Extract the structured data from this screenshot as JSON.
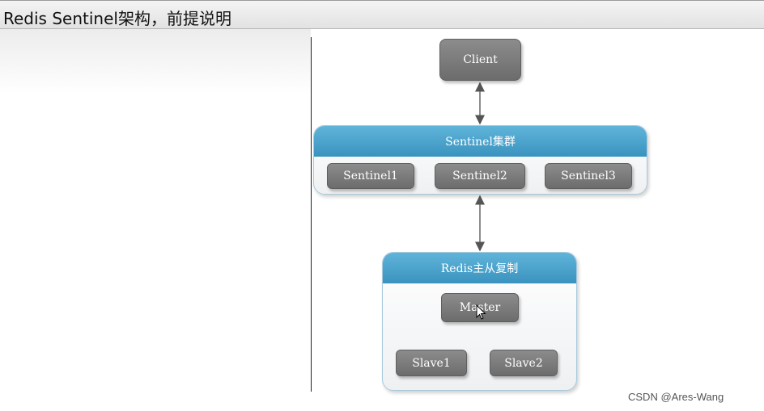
{
  "slide": {
    "title": "Redis Sentinel架构，前提说明"
  },
  "diagram": {
    "client": "Client",
    "sentinel_cluster": {
      "title": "Sentinel集群",
      "nodes": [
        "Sentinel1",
        "Sentinel2",
        "Sentinel3"
      ]
    },
    "replication": {
      "title": "Redis主从复制",
      "master": "Master",
      "slaves": [
        "Slave1",
        "Slave2"
      ]
    }
  },
  "watermark": "CSDN @Ares-Wang"
}
